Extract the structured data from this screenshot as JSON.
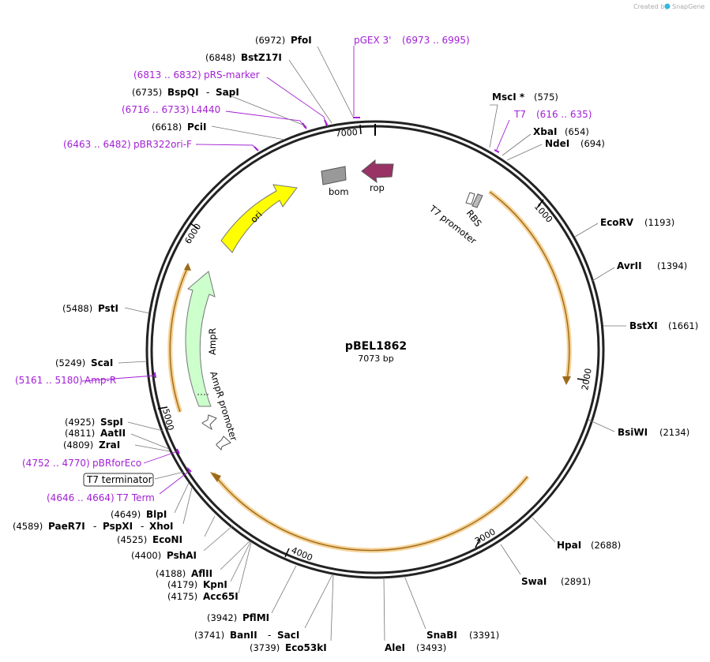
{
  "credit": {
    "prefix": "Created by",
    "brand": "SnapGene"
  },
  "plasmid": {
    "name": "pBEL1862",
    "size": "7073 bp"
  },
  "ticks": [
    "1000",
    "2000",
    "3000",
    "4000",
    "5000",
    "6000",
    "7000"
  ],
  "features": {
    "ori": "ori",
    "ampr": "AmpR",
    "ampr_promoter": "AmpR promoter",
    "bom": "bom",
    "rop": "rop",
    "rbs": "RBS",
    "t7_promoter": "T7 promoter"
  },
  "sites": [
    {
      "name": "MscI *",
      "pos": "(575)"
    },
    {
      "name": "XbaI",
      "pos": "(654)"
    },
    {
      "name": "NdeI",
      "pos": "(694)"
    },
    {
      "name": "EcoRV",
      "pos": "(1193)"
    },
    {
      "name": "AvrII",
      "pos": "(1394)"
    },
    {
      "name": "BstXI",
      "pos": "(1661)"
    },
    {
      "name": "BsiWI",
      "pos": "(2134)"
    },
    {
      "name": "HpaI",
      "pos": "(2688)"
    },
    {
      "name": "SwaI",
      "pos": "(2891)"
    },
    {
      "name": "SnaBI",
      "pos": "(3391)"
    },
    {
      "name": "AleI",
      "pos": "(3493)"
    },
    {
      "name": "Eco53kI",
      "pos": "(3739)"
    },
    {
      "name": "BanII",
      "pos": "(3741)",
      "name2": "SacI"
    },
    {
      "name": "PflMI",
      "pos": "(3942)"
    },
    {
      "name": "Acc65I",
      "pos": "(4175)"
    },
    {
      "name": "KpnI",
      "pos": "(4179)"
    },
    {
      "name": "AflII",
      "pos": "(4188)"
    },
    {
      "name": "PshAI",
      "pos": "(4400)"
    },
    {
      "name": "EcoNI",
      "pos": "(4525)"
    },
    {
      "name": "PaeR7I",
      "pos": "(4589)",
      "name2": "PspXI",
      "name3": "XhoI"
    },
    {
      "name": "BlpI",
      "pos": "(4649)"
    },
    {
      "name": "ZraI",
      "pos": "(4809)"
    },
    {
      "name": "AatII",
      "pos": "(4811)"
    },
    {
      "name": "SspI",
      "pos": "(4925)"
    },
    {
      "name": "ScaI",
      "pos": "(5249)"
    },
    {
      "name": "PstI",
      "pos": "(5488)"
    },
    {
      "name": "PciI",
      "pos": "(6618)"
    },
    {
      "name": "BspQI",
      "pos": "(6735)",
      "name2": "SapI"
    },
    {
      "name": "BstZ17I",
      "pos": "(6848)"
    },
    {
      "name": "PfoI",
      "pos": "(6972)"
    }
  ],
  "primers": [
    {
      "name": "T7",
      "range": "(616 .. 635)"
    },
    {
      "name": "pGEX 3'",
      "range": "(6973 .. 6995)"
    },
    {
      "name": "pRS-marker",
      "range": "(6813 .. 6832)"
    },
    {
      "name": "L4440",
      "range": "(6716 .. 6733)"
    },
    {
      "name": "pBR322ori-F",
      "range": "(6463 .. 6482)"
    },
    {
      "name": "Amp-R",
      "range": "(5161 .. 5180)"
    },
    {
      "name": "pBRforEco",
      "range": "(4752 .. 4770)"
    },
    {
      "name": "T7 Term",
      "range": "(4646 .. 4664)"
    }
  ],
  "terminator": {
    "label": "T7 terminator"
  }
}
